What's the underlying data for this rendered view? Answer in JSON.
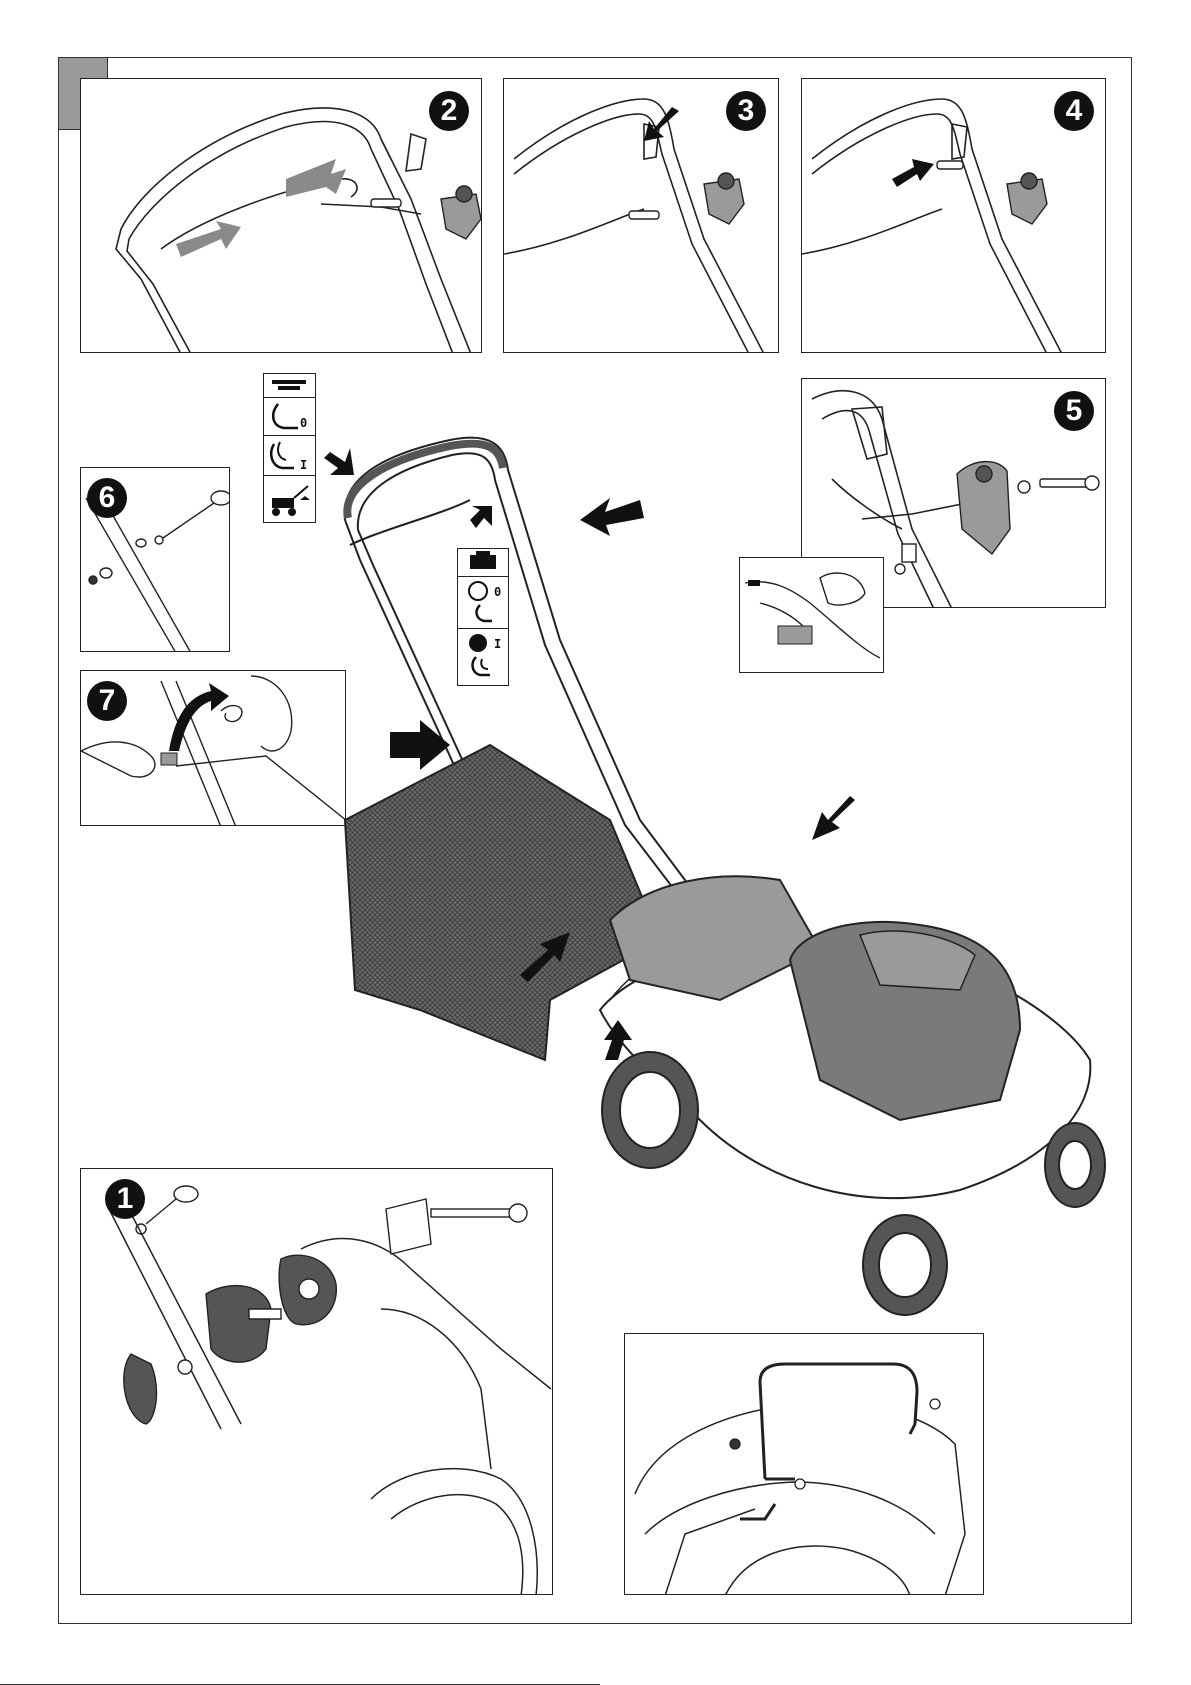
{
  "figures": [
    {
      "id": "fig-2",
      "number": "2"
    },
    {
      "id": "fig-3",
      "number": "3"
    },
    {
      "id": "fig-4",
      "number": "4"
    },
    {
      "id": "fig-5",
      "number": "5"
    },
    {
      "id": "fig-6",
      "number": "6"
    },
    {
      "id": "fig-7",
      "number": "7"
    },
    {
      "id": "fig-1",
      "number": "1"
    }
  ],
  "symbols_left": {
    "off_mark": "0",
    "on_mark": "I"
  },
  "symbols_center": {
    "off_mark": "0",
    "on_mark": "I"
  },
  "colors": {
    "arrow": "#111111",
    "grey_arrow": "#8a8a8a",
    "tab": "#9a9a9a",
    "panel_border": "#222222",
    "grass_bag": "#555555"
  }
}
